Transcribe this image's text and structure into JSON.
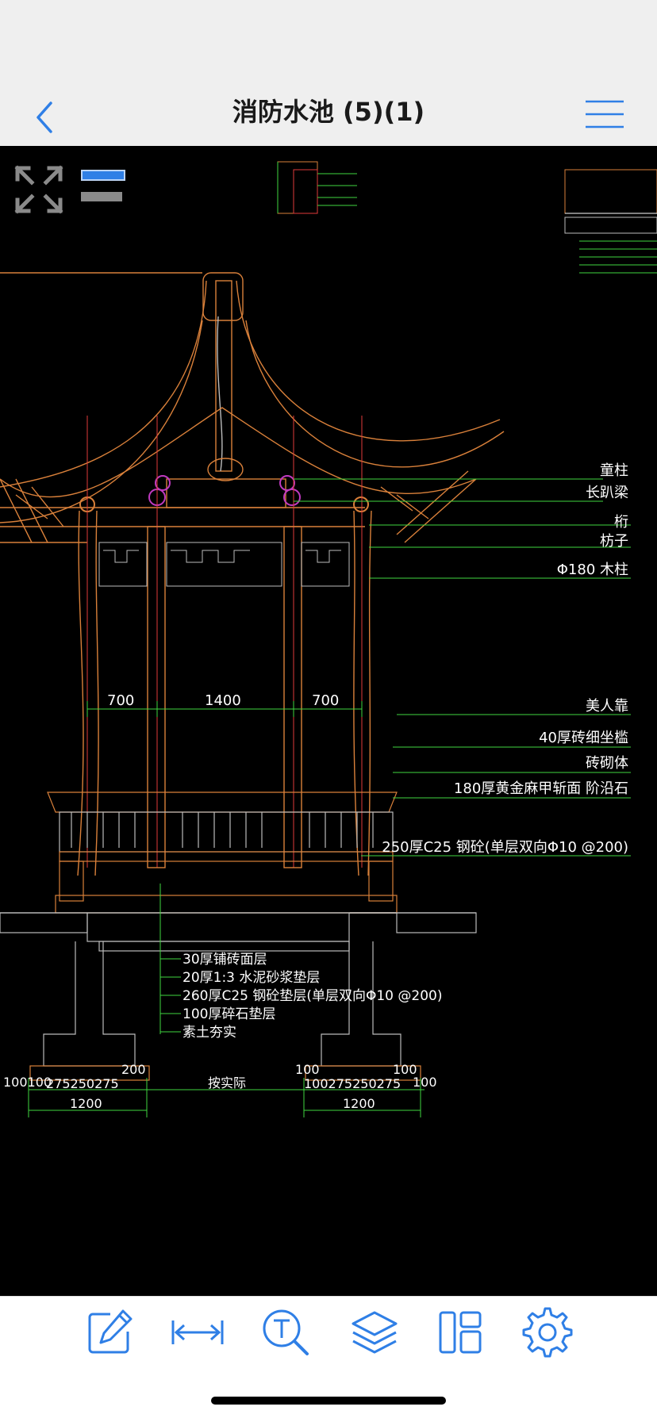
{
  "app": {
    "title": "消防水池 (5)(1)"
  },
  "icons": {
    "back": "chevron-left-icon",
    "menu": "hamburger-menu-icon",
    "fullscreen": "expand-arrows-icon",
    "edit": "pencil-edit-icon",
    "measure": "dimension-arrows-icon",
    "text_search": "text-search-icon",
    "layers": "layers-icon",
    "layout": "layout-panels-icon",
    "settings": "gear-icon"
  },
  "colors": {
    "accent": "#2f7fe6",
    "cad_background": "#000000",
    "cad_green": "#3fd63f",
    "cad_orange": "#d9803a",
    "cad_red": "#e03a3a",
    "cad_white": "#ffffff"
  },
  "drawing": {
    "dims_top": [
      "700",
      "1400",
      "700"
    ],
    "right_labels": [
      "童柱",
      "长趴梁",
      "桁",
      "枋子",
      "Φ180 木柱",
      "美人靠",
      "40厚砖细坐槛",
      "砖砌体",
      "180厚黄金麻甲斩面 阶沿石",
      "250厚C25 钢砼(单层双向Φ10 @200)"
    ],
    "layer_labels": [
      "30厚铺砖面层",
      "20厚1:3 水泥砂浆垫层",
      "260厚C25 钢砼垫层(单层双向Φ10 @200)",
      "100厚碎石垫层",
      "素土夯实"
    ],
    "bottom_dims": {
      "left_top": "100100",
      "left_mid": "275250275",
      "left_total": "1200",
      "left_200": "200",
      "center": "按实际",
      "right_100a": "100",
      "right_100b": "100",
      "right_100c": "100",
      "right_mid": "100275250275",
      "right_total": "1200"
    }
  }
}
